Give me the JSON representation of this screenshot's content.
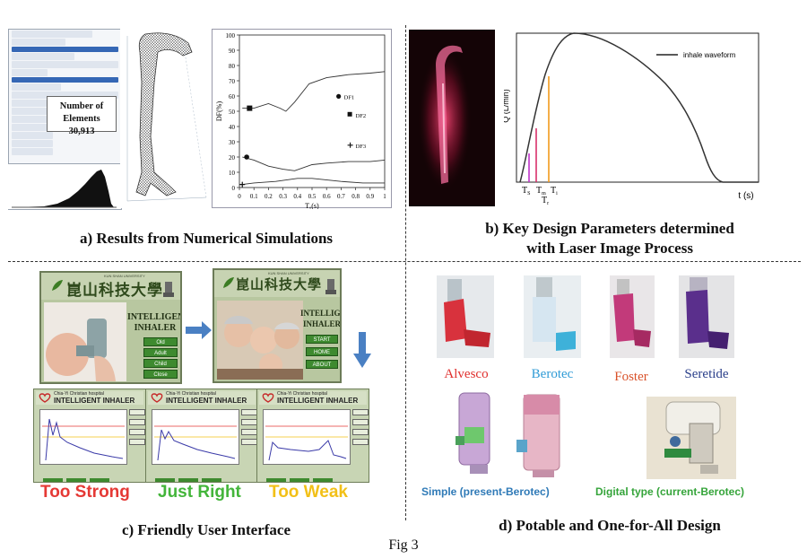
{
  "figure_label": "Fig 3",
  "panel_a": {
    "caption": "a) Results from Numerical Simulations",
    "elements_box": {
      "title": "Number of Elements",
      "value": "30,913"
    },
    "df_chart": {
      "y_ticks": [
        "100",
        "90",
        "80",
        "70",
        "60",
        "50",
        "40",
        "30",
        "20",
        "10",
        "0"
      ],
      "x_ticks": [
        "0",
        "0.1",
        "0.2",
        "0.3",
        "0.4",
        "0.5",
        "0.6",
        "0.7",
        "0.8",
        "0.9",
        "1"
      ],
      "xlabel": "Tₑ(s)",
      "ylabel": "DF(%)",
      "legend": [
        "DF1",
        "DF2",
        "DF3"
      ]
    }
  },
  "panel_b": {
    "caption_line1": "b) Key Design Parameters determined",
    "caption_line2": "with Laser Image Process",
    "flow_chart": {
      "ylabel": "Q (L/min)",
      "xlabel": "t (s)",
      "legend": "inhale waveform",
      "markers": [
        "T",
        "T",
        "T",
        "T"
      ],
      "marker_subs": [
        "S",
        "m",
        "i",
        "r"
      ],
      "marker_colors": [
        "#c033c9",
        "#d8306a",
        "#f29a1c"
      ]
    }
  },
  "panel_c": {
    "caption": "c) Friendly User Interface",
    "screen1": {
      "university": "崑山科技大學",
      "university_en": "KUN SHAN UNIVERSITY",
      "title_line1": "INTELLIGENT",
      "title_line2": "INHALER",
      "buttons": [
        "Old",
        "Adult",
        "Child",
        "Close"
      ]
    },
    "screen2": {
      "university": "崑山科技大學",
      "university_en": "KUN SHAN UNIVERSITY",
      "title_line1": "INTELLIGENT",
      "title_line2": "INHALER",
      "buttons": [
        "START",
        "HOME",
        "ABOUT"
      ]
    },
    "mini_screens": [
      {
        "hospital": "Chia-Yi Christian hospital",
        "title": "INTELLIGENT INHALER",
        "verdict": "Too Strong",
        "color": "#e53935"
      },
      {
        "hospital": "Chia-Yi Christian hospital",
        "title": "INTELLIGENT INHALER",
        "verdict": "Just Right",
        "color": "#43b53a"
      },
      {
        "hospital": "Chia-Yi Christian hospital",
        "title": "INTELLIGENT INHALER",
        "verdict": "Too Weak",
        "color": "#f2c017"
      }
    ]
  },
  "panel_d": {
    "caption": "d) Potable and One-for-All Design",
    "inhalers": [
      {
        "name": "Alvesco",
        "color": "#e0302e",
        "body": "#d8323d"
      },
      {
        "name": "Berotec",
        "color": "#2f9bd6",
        "body": "#b8d7ec"
      },
      {
        "name": "Foster",
        "color": "#d9522a",
        "body": "#c23a7a"
      },
      {
        "name": "Seretide",
        "color": "#2a3f8a",
        "body": "#5a2f8c"
      }
    ],
    "designs": [
      {
        "label": "Simple (present-Berotec)",
        "color": "#2f7ab7"
      },
      {
        "label": "Digital type (current-Berotec)",
        "color": "#35a43a"
      }
    ]
  }
}
